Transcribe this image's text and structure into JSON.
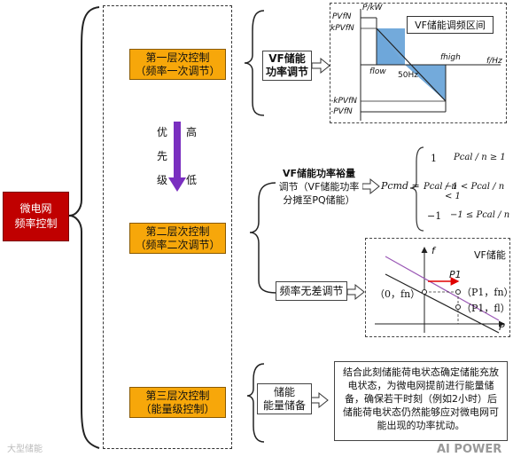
{
  "root": {
    "line1": "微电网",
    "line2": "频率控制"
  },
  "levels": [
    {
      "line1": "第一层次控制",
      "line2": "（频率一次调节）"
    },
    {
      "line1": "第二层次控制",
      "line2": "（频率二次调节）"
    },
    {
      "line1": "第三层次控制",
      "line2": "（能量级控制）"
    }
  ],
  "priority": {
    "left": [
      "优",
      "先",
      "级"
    ],
    "high": "高",
    "low": "低"
  },
  "l1": {
    "box": {
      "line1": "VF储能",
      "line2": "功率调节"
    },
    "graph": {
      "title": "VF储能调频区间",
      "ylabel": "P/kW",
      "xlabel": "f/Hz",
      "y_pos1": "PVfN",
      "y_pos2": "kPVfN",
      "y_neg1": "-kPVfN",
      "y_neg2": "-PVfN",
      "f_low": "flow",
      "f_mid": "50Hz",
      "f_high": "fhigh"
    }
  },
  "l2": {
    "box1": {
      "line1": "VF储能功率裕量",
      "line2": "调节（VF储能功率",
      "line3": "分摊至PQ储能）"
    },
    "formula": {
      "lhs": "Pcmd =",
      "c1_val": "1",
      "c2_val": "Pcal / n",
      "c3_val": "−1",
      "c1_cond": "Pcal / n ≥ 1",
      "c2_cond": "−1 < Pcal / n < 1",
      "c3_cond": "−1 ≤ Pcal / n"
    },
    "box2": {
      "label": "频率无差调节"
    },
    "graph": {
      "title": "VF储能",
      "ylabel": "f",
      "xlabel": "P",
      "p1": "P1",
      "pt_origin": "（0，fn）",
      "pt_upper": "（P1，fn）",
      "pt_lower": "（P1，fl）"
    }
  },
  "l3": {
    "box": {
      "line1": "储能",
      "line2": "能量储备"
    },
    "desc": "结合此刻储能荷电状态确定储能充放电状态，为微电网提前进行能量储备，确保若干时刻（例如2小时）后储能荷电状态仍然能够应对微电网可能出现的功率扰动。"
  },
  "watermarks": {
    "left": "大型储能",
    "right": "AI POWER"
  },
  "colors": {
    "root": "#c00000",
    "level": "#f7a70a",
    "arrow_purple": "#7a2fc0",
    "shade": "#5b9bd5"
  }
}
